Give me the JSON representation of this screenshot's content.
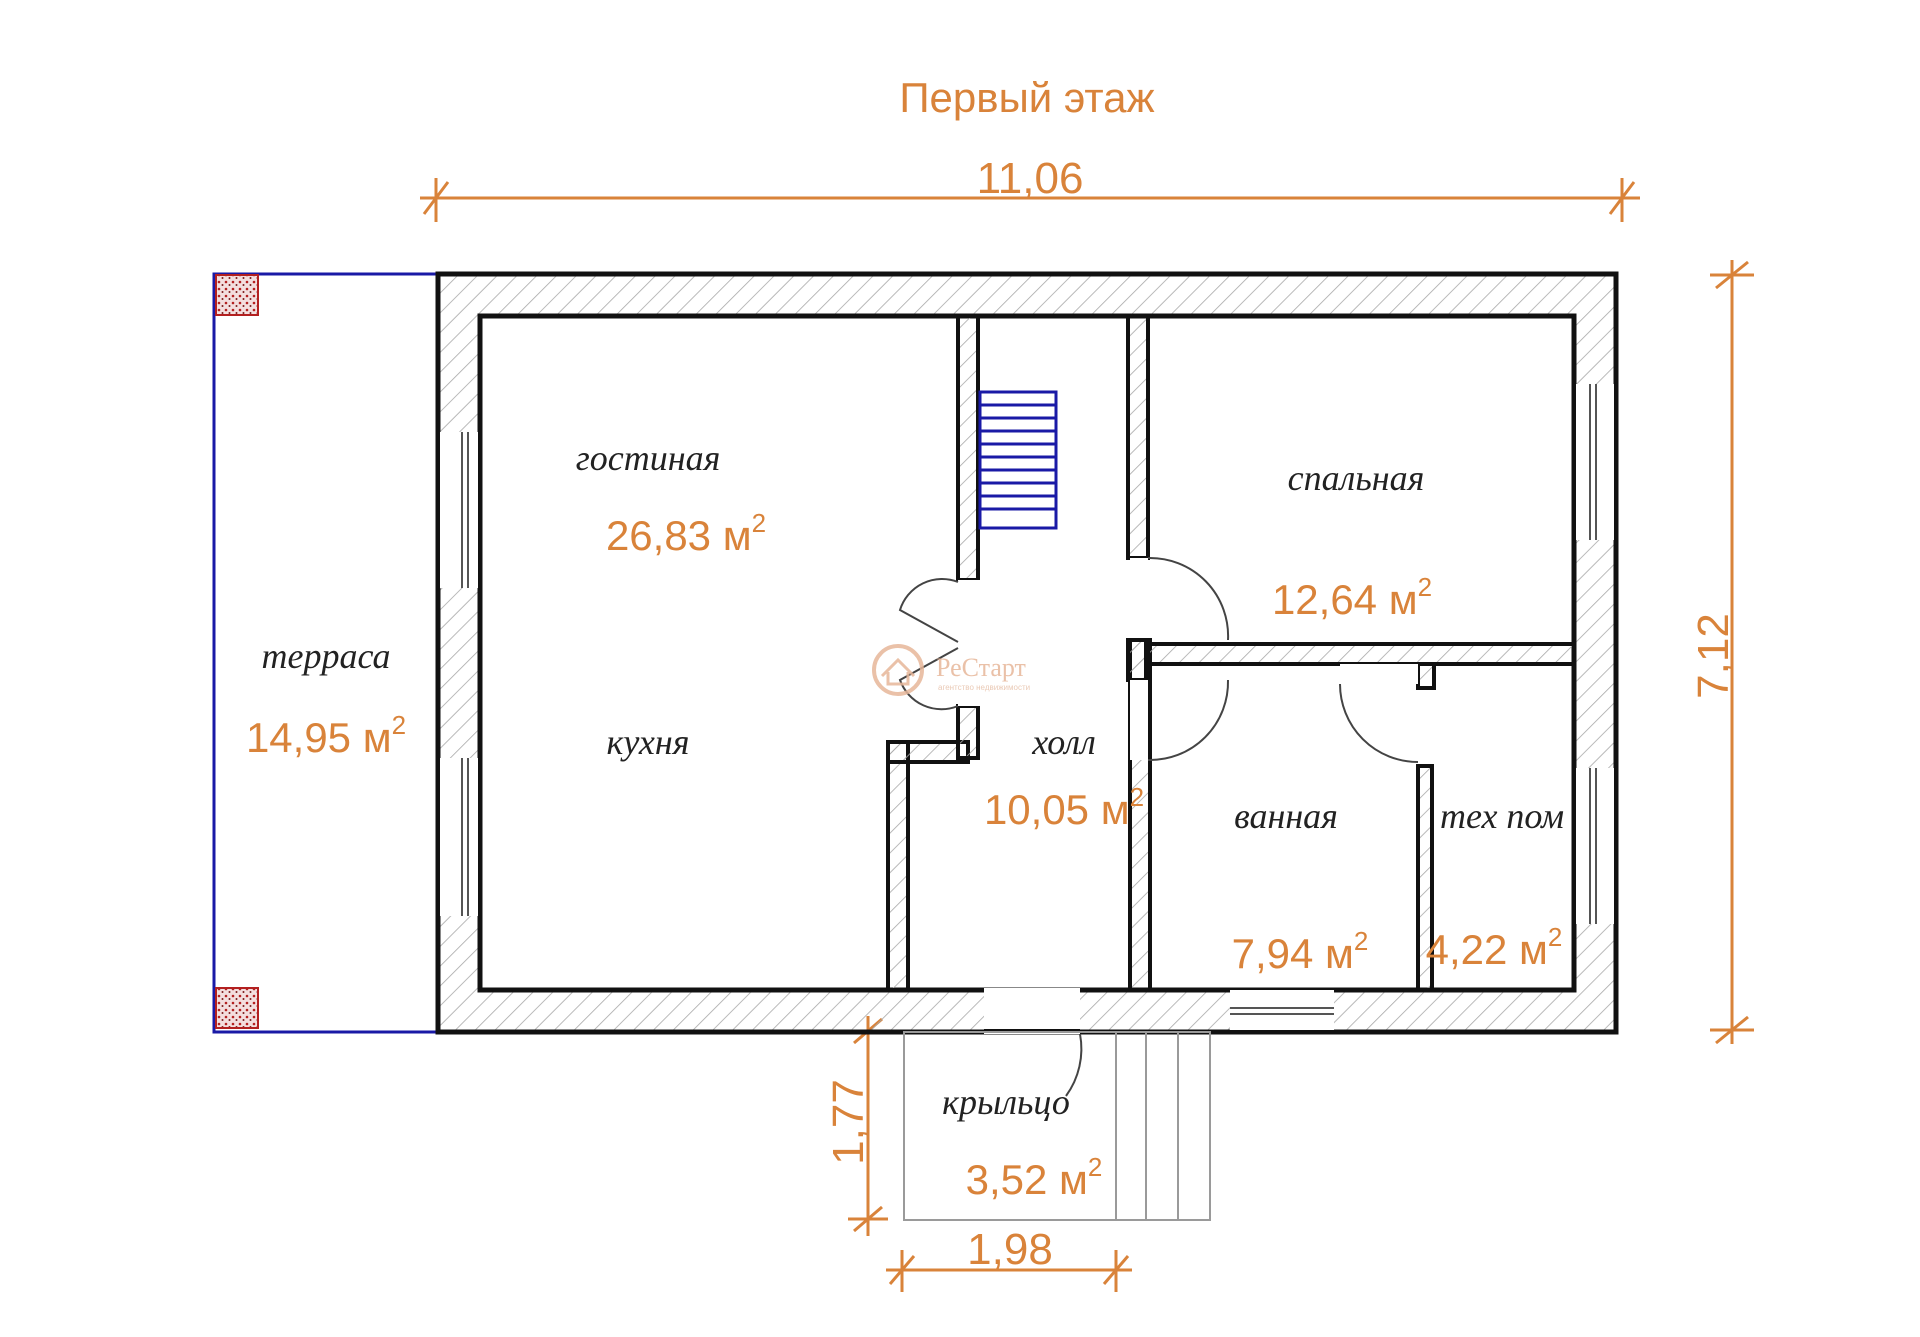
{
  "title": "Первый этаж",
  "dimensions": {
    "total_width": "11,06",
    "total_height": "7,12",
    "porch_depth": "1,77",
    "porch_width": "1,98"
  },
  "rooms": [
    {
      "key": "living",
      "name": "гостиная",
      "area": "26,83 м",
      "sup": "2"
    },
    {
      "key": "bedroom",
      "name": "спальная",
      "area": "12,64 м",
      "sup": "2"
    },
    {
      "key": "terrace",
      "name": "терраса",
      "area": "14,95 м",
      "sup": "2"
    },
    {
      "key": "kitchen",
      "name": "кухня"
    },
    {
      "key": "hall",
      "name": "холл",
      "area": "10,05 м",
      "sup": "2"
    },
    {
      "key": "bath",
      "name": "ванная",
      "area": "7,94 м",
      "sup": "2"
    },
    {
      "key": "tech",
      "name": "тех пом",
      "area": "4,22 м",
      "sup": "2"
    },
    {
      "key": "porch",
      "name": "крыльцо",
      "area": "3,52 м",
      "sup": "2"
    }
  ],
  "watermark": {
    "name": "РеСтарт",
    "tagline": "агентство недвижимости"
  },
  "colors": {
    "wall": "#111111",
    "hatch": "#9a9a9a",
    "dimension": "#d9833a",
    "terrace_outline": "#1a1aa6",
    "stairs": "#1a1aa6",
    "post": "#b32020"
  }
}
